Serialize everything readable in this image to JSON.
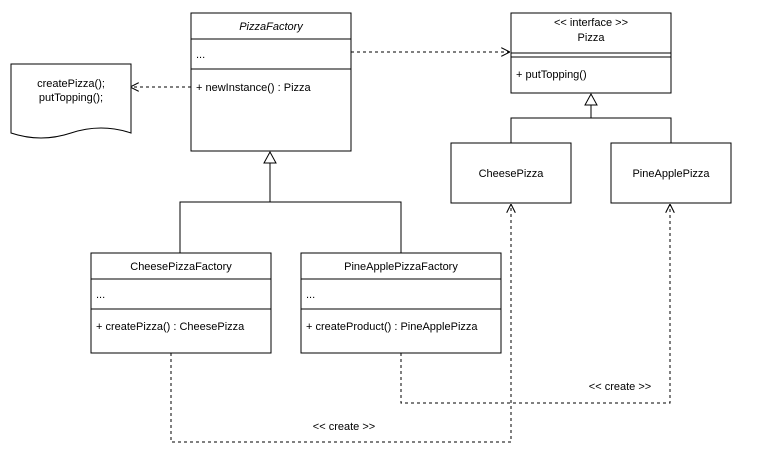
{
  "classes": {
    "pizza_factory": {
      "name": "PizzaFactory",
      "attributes": "...",
      "methods": "+ newInstance() : Pizza"
    },
    "pizza": {
      "stereotype": "<< interface >>",
      "name": "Pizza",
      "methods": "+ putTopping()"
    },
    "cheese_pizza": {
      "name": "CheesePizza"
    },
    "pineapple_pizza": {
      "name": "PineApplePizza"
    },
    "cheese_pizza_factory": {
      "name": "CheesePizzaFactory",
      "attributes": "...",
      "methods": "+ createPizza() : CheesePizza"
    },
    "pineapple_pizza_factory": {
      "name": "PineApplePizzaFactory",
      "attributes": "...",
      "methods": "+ createProduct() : PineApplePizza"
    }
  },
  "note": {
    "line1": "createPizza();",
    "line2": "putTopping();"
  },
  "relations": {
    "create_label_right": "<< create >>",
    "create_label_bottom": "<< create >>"
  }
}
